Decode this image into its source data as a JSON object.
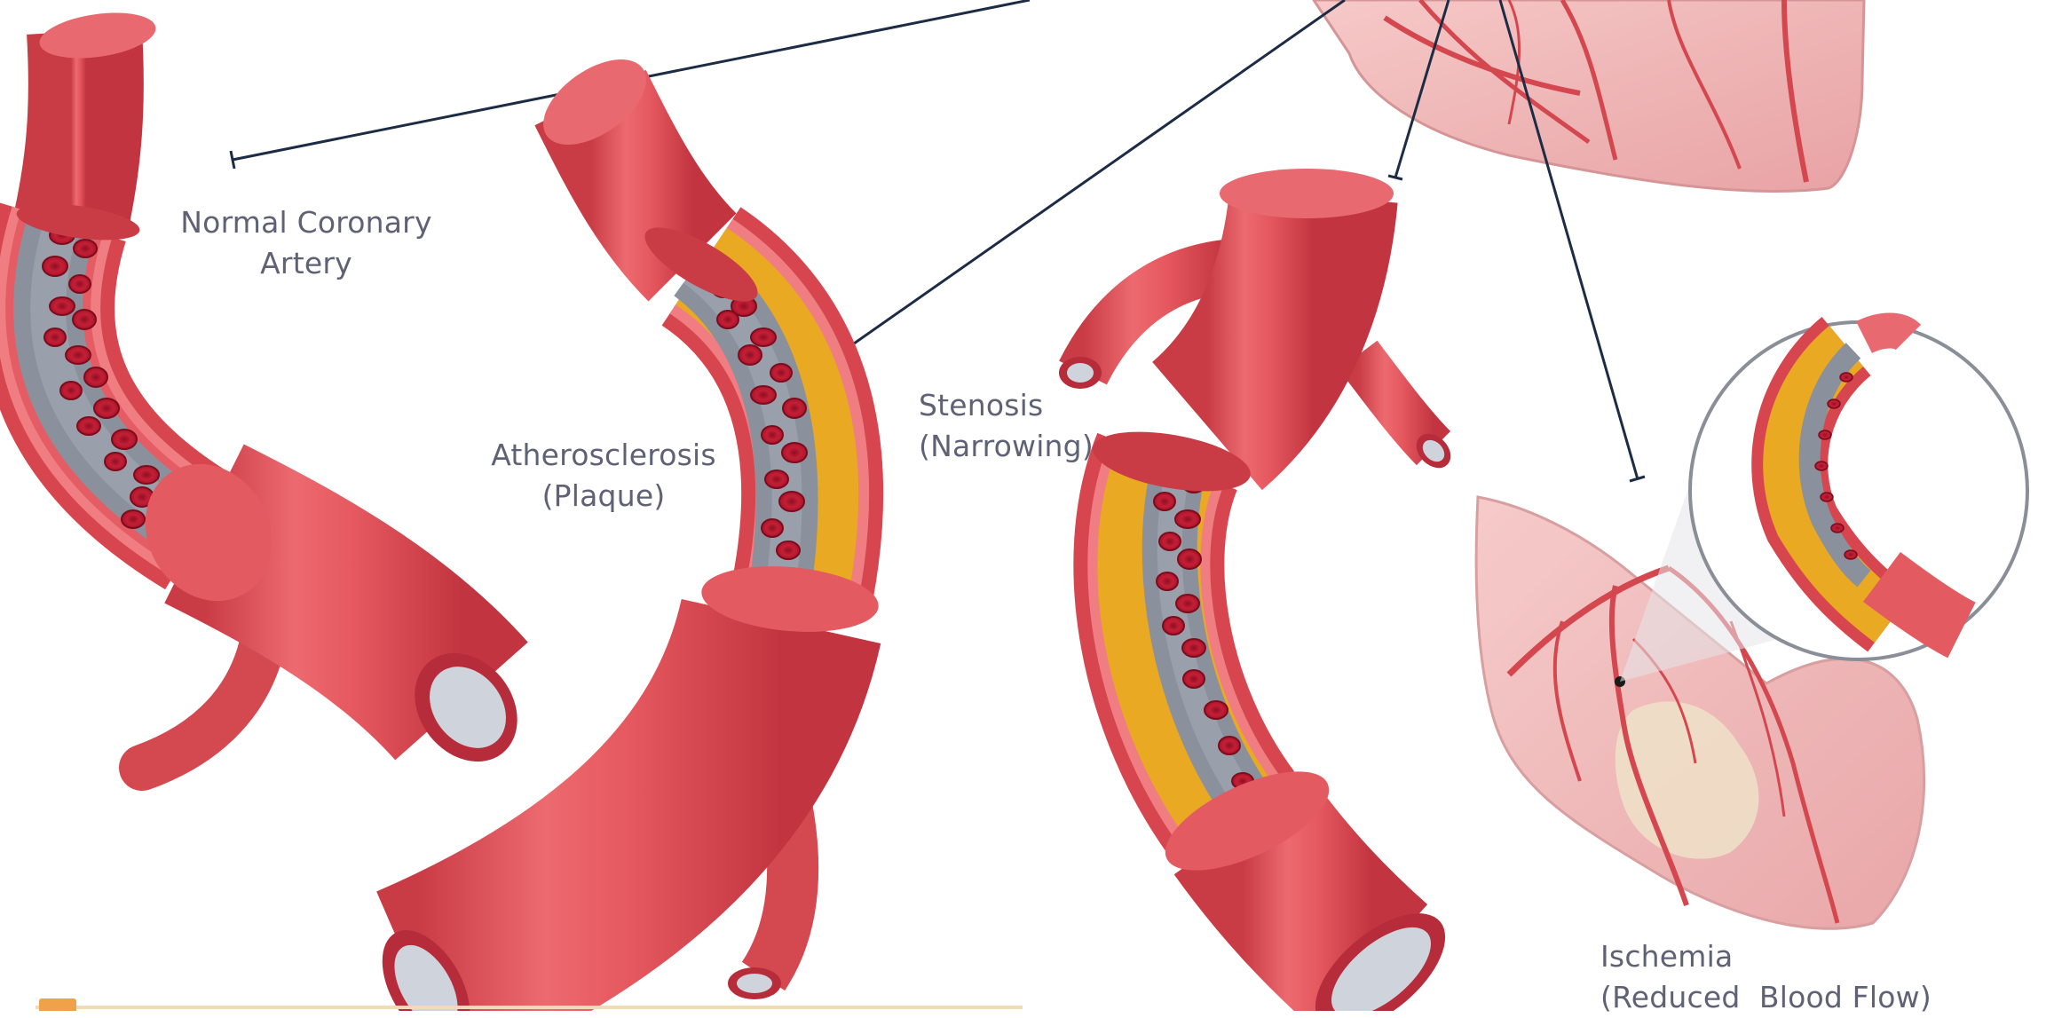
{
  "labels": {
    "normal": [
      "Normal Coronary",
      "Artery"
    ],
    "athero": [
      "Atherosclerosis",
      "(Plaque)"
    ],
    "stenosis": [
      "Stenosis",
      "(Narrowing)"
    ],
    "ischemia": [
      "Ischemia",
      "(Reduced  Blood Flow)"
    ]
  },
  "colors": {
    "artery": "#e35a60",
    "artery_dark": "#c93b45",
    "lumen": "#8a909c",
    "rbc": "#b8162d",
    "plaque": "#e9a923",
    "heart": "#f0b2b3",
    "leader": "#1d2c45",
    "label": "#5f6275"
  }
}
